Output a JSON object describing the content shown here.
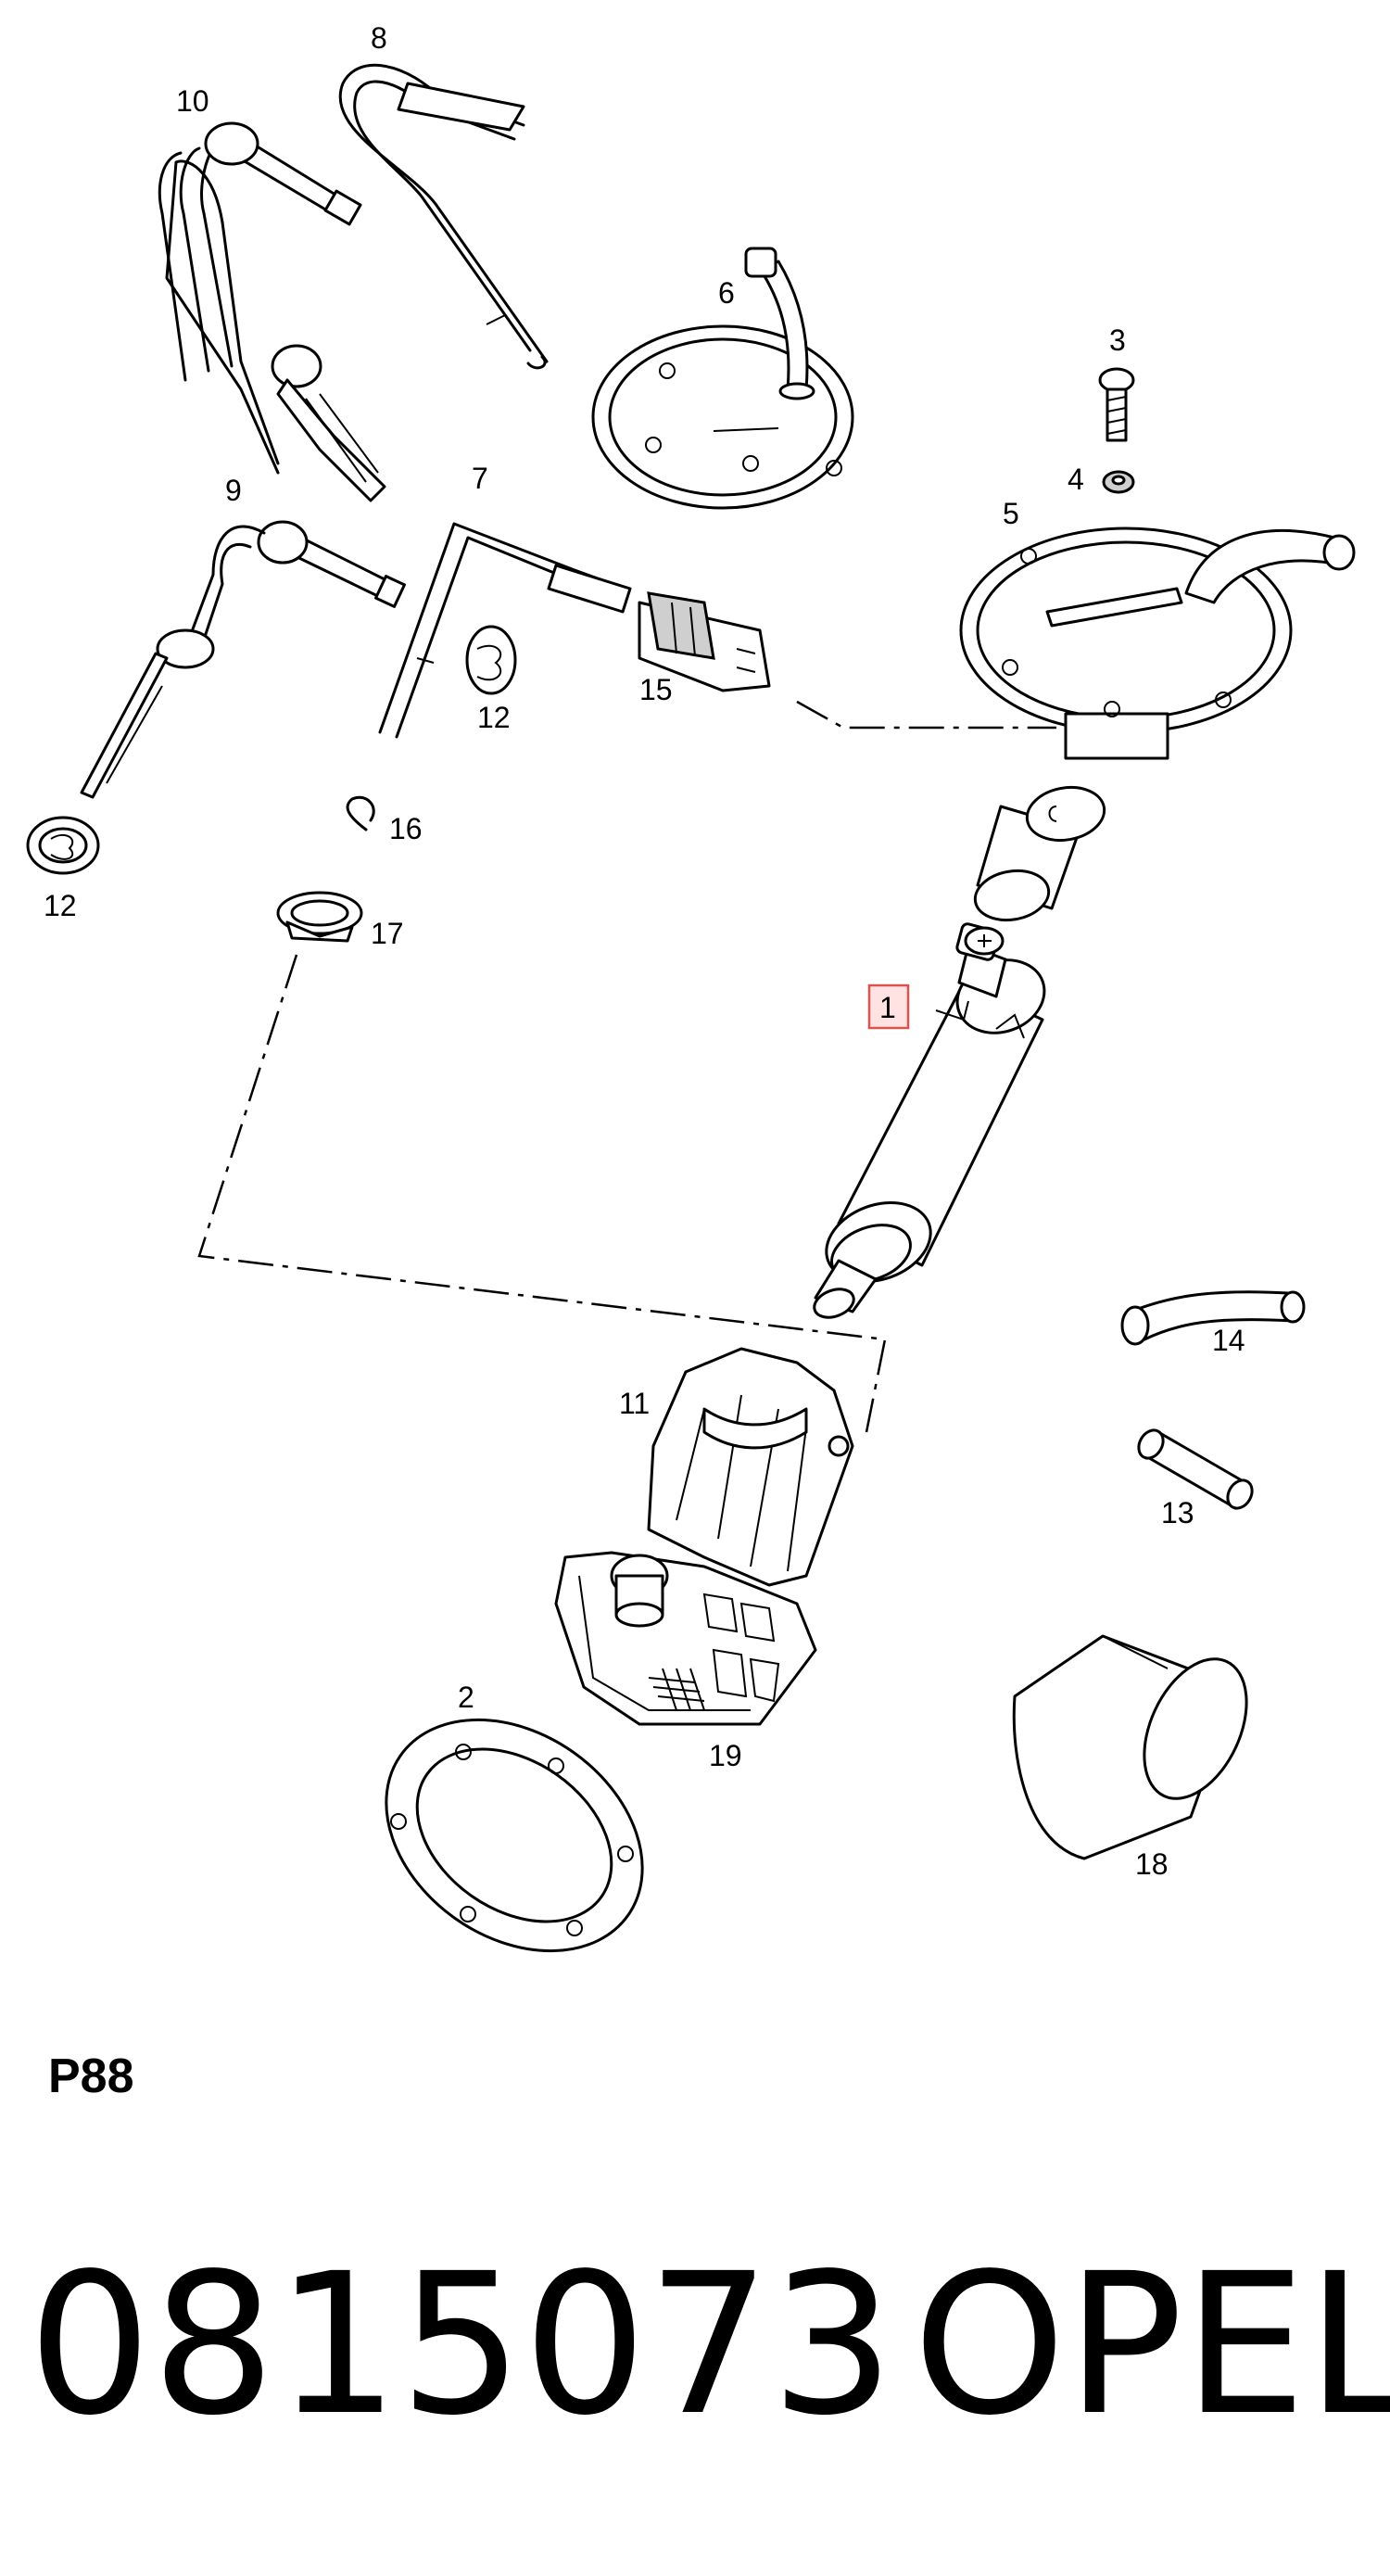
{
  "diagram": {
    "callouts": {
      "c1": "1",
      "c2": "2",
      "c3": "3",
      "c4": "4",
      "c5": "5",
      "c6": "6",
      "c7": "7",
      "c8": "8",
      "c9": "9",
      "c10": "10",
      "c11": "11",
      "c12a": "12",
      "c12b": "12",
      "c13": "13",
      "c14": "14",
      "c15": "15",
      "c16": "16",
      "c17": "17",
      "c18": "18",
      "c19": "19"
    },
    "highlighted_callout": "1",
    "highlight_color": "#d9534f",
    "page_code": "P88"
  },
  "footer": {
    "part_number": "0815073",
    "brand": "OPEL"
  }
}
